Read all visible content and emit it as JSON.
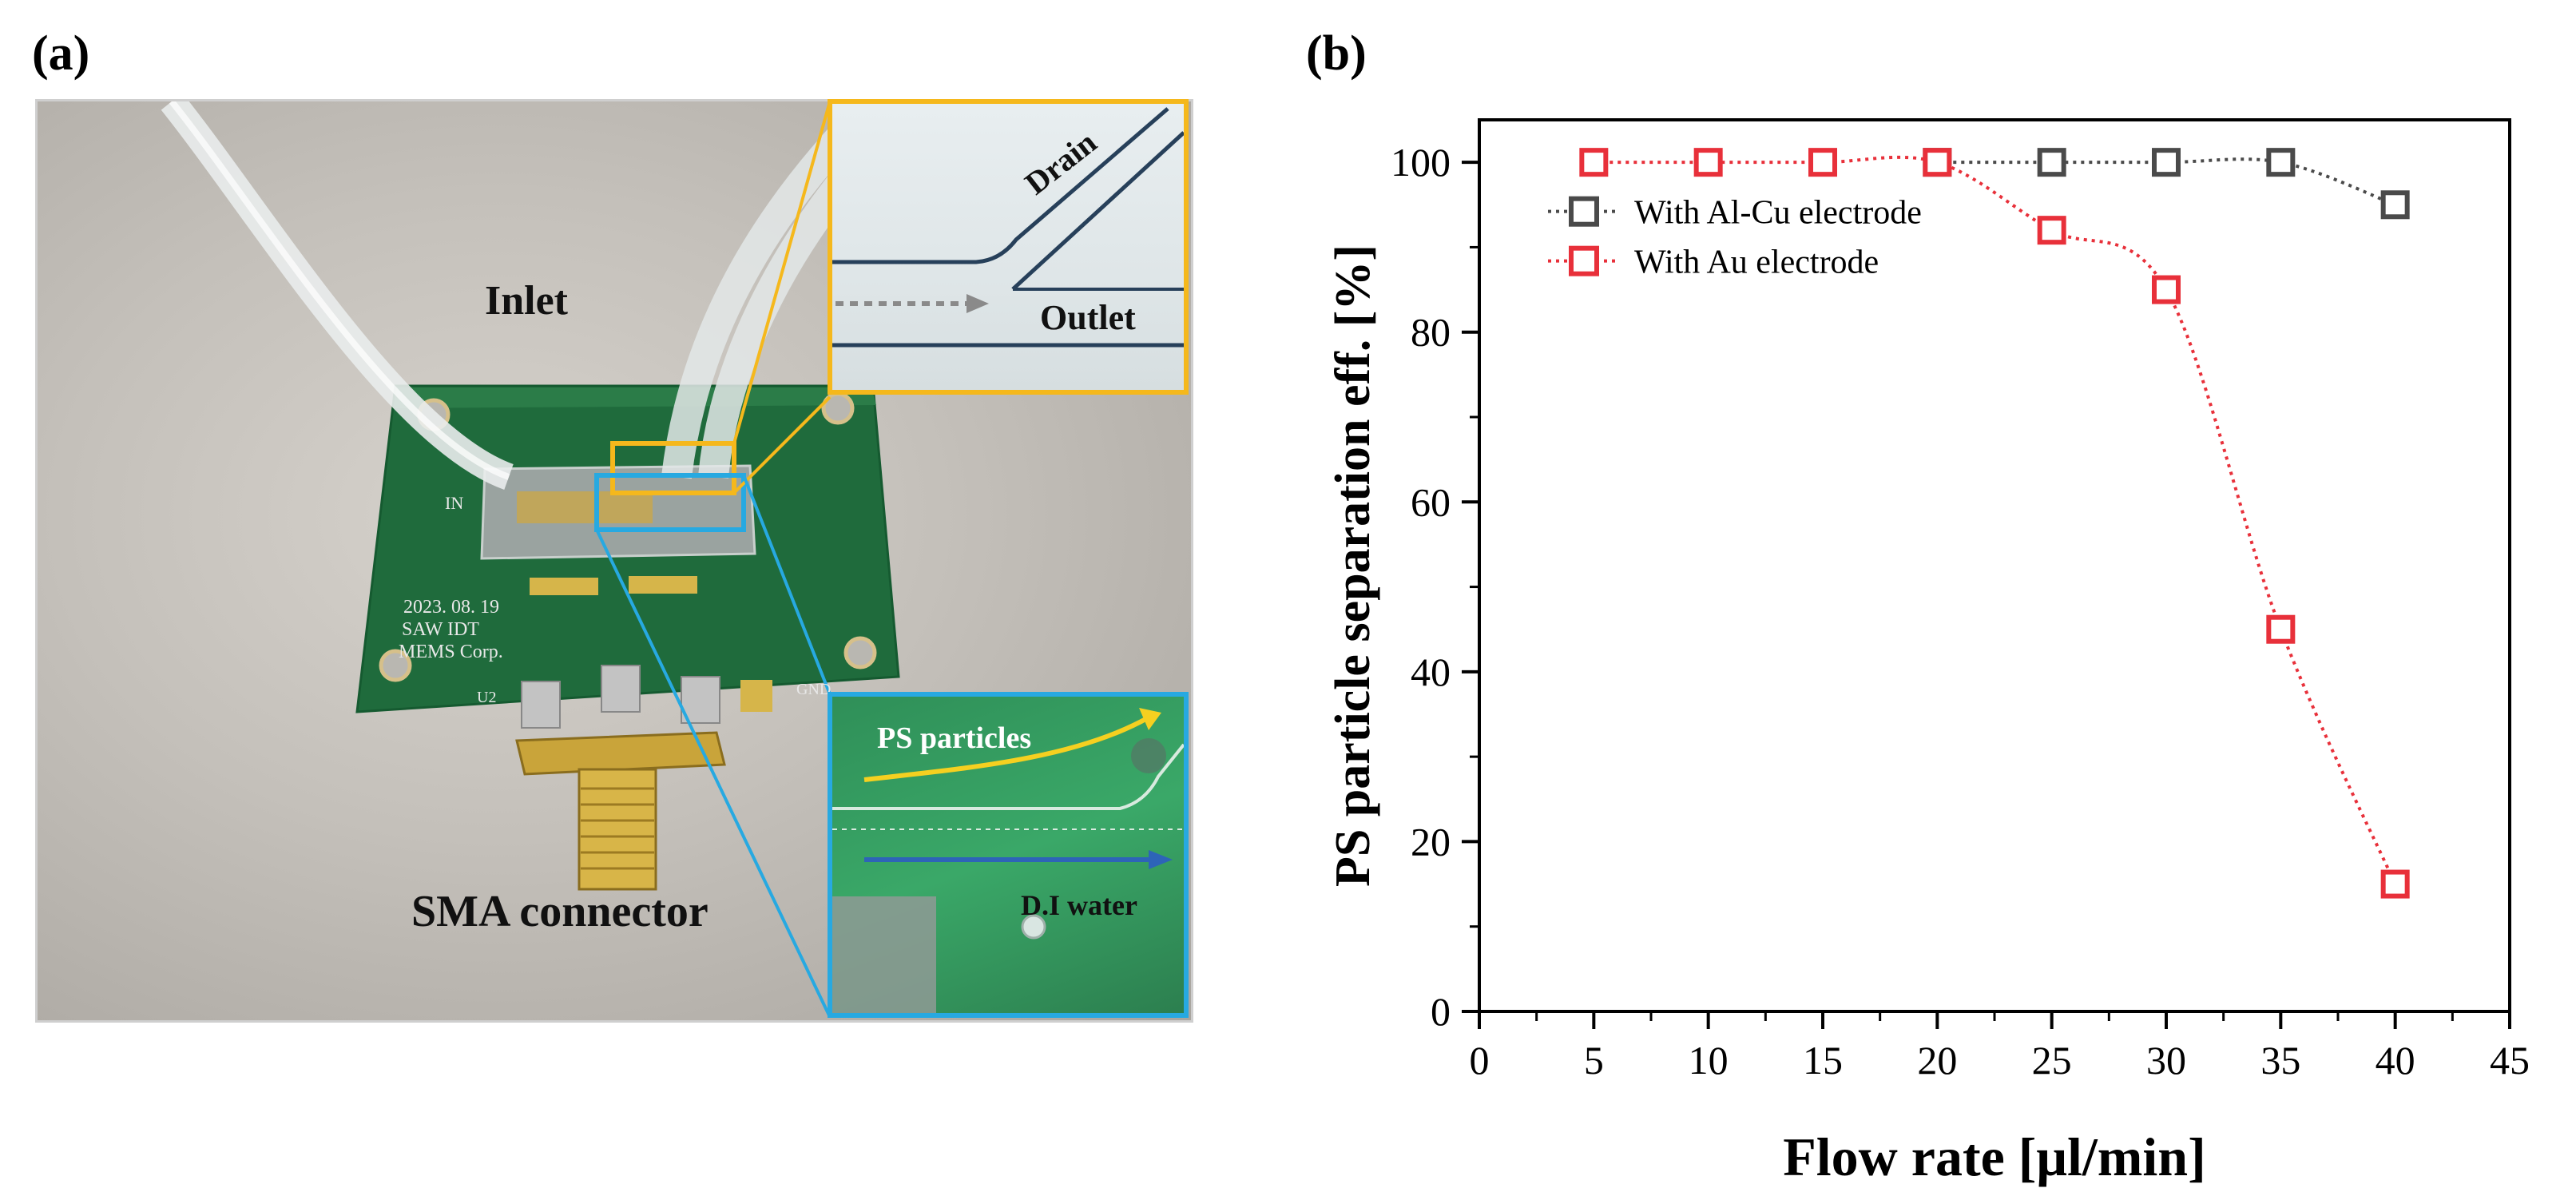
{
  "panel_a": {
    "label": "(a)",
    "photo_labels": {
      "inlet": "Inlet",
      "sma_connector": "SMA connector",
      "pcb_in": "IN",
      "pcb_date": "2023. 08. 19",
      "pcb_name": "SAW IDT",
      "pcb_company": "MEMS Corp.",
      "pcb_u2": "U2",
      "pcb_gnd": "GND"
    },
    "inset_top": {
      "drain": "Drain",
      "outlet": "Outlet",
      "border_color": "#f5b81c"
    },
    "inset_bottom": {
      "ps_particles": "PS particles",
      "di_water": "D.I water",
      "border_color": "#27a9e1"
    }
  },
  "panel_b": {
    "label": "(b)"
  },
  "chart_data": {
    "type": "scatter",
    "xlabel": "Flow rate [μl/min]",
    "ylabel": "PS particle separation eff. [%]",
    "xlim": [
      0,
      45
    ],
    "ylim": [
      0,
      105
    ],
    "xticks": [
      0,
      5,
      10,
      15,
      20,
      25,
      30,
      35,
      40,
      45
    ],
    "yticks": [
      0,
      20,
      40,
      60,
      80,
      100
    ],
    "grid": false,
    "legend_position": "upper-left",
    "series": [
      {
        "name": "With Al-Cu electrode",
        "color": "#4a4a4a",
        "marker": "open-square",
        "line": "dotted",
        "x": [
          20,
          25,
          30,
          35,
          40
        ],
        "y": [
          100,
          100,
          100,
          100,
          95
        ]
      },
      {
        "name": "With Au electrode",
        "color": "#e8303a",
        "marker": "open-square",
        "line": "dotted",
        "x": [
          5,
          10,
          15,
          20,
          25,
          30,
          35,
          40
        ],
        "y": [
          100,
          100,
          100,
          100,
          92,
          85,
          45,
          15
        ]
      }
    ]
  }
}
